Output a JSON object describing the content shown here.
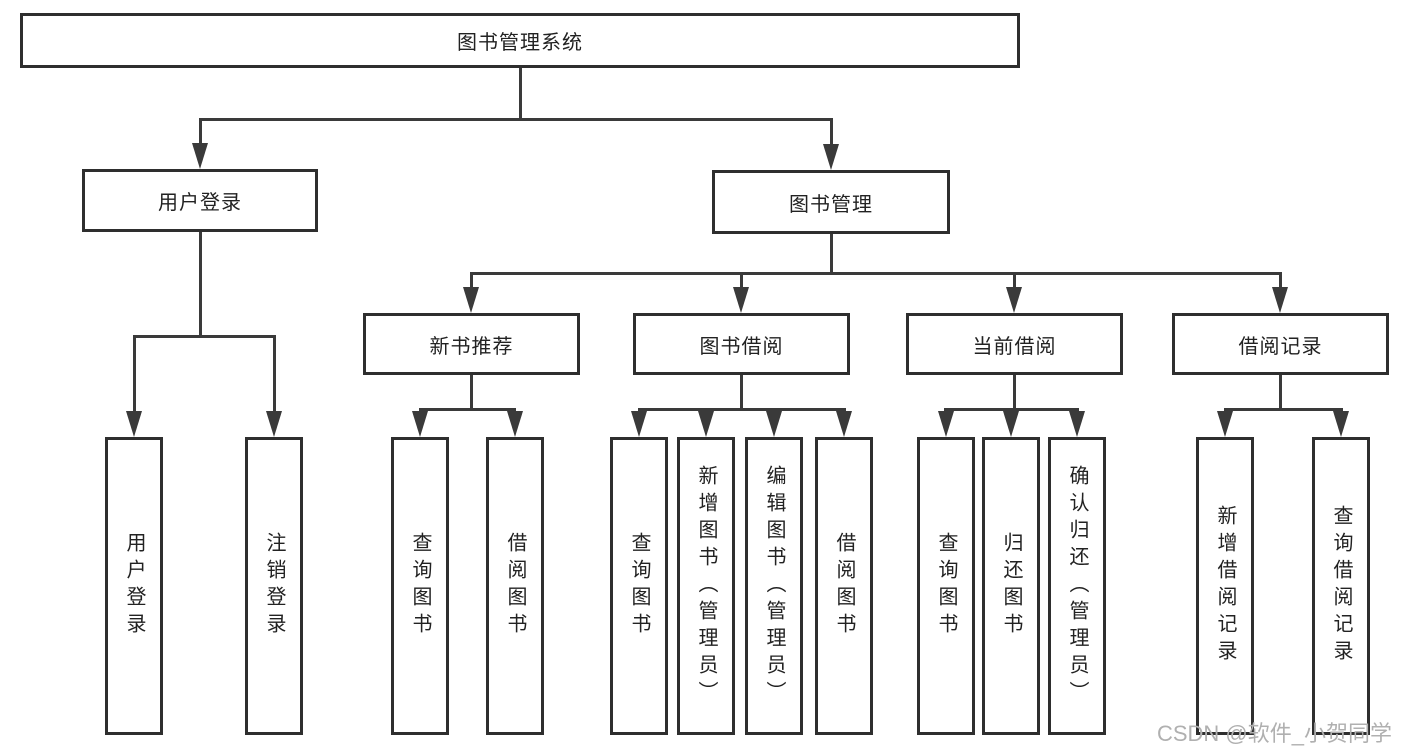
{
  "diagram": {
    "root": {
      "label": "图书管理系统"
    },
    "branches": [
      {
        "label": "用户登录",
        "children": [
          {
            "label": "用户登录"
          },
          {
            "label": "注销登录"
          }
        ]
      },
      {
        "label": "图书管理",
        "children": [
          {
            "label": "新书推荐",
            "children": [
              {
                "label": "查询图书"
              },
              {
                "label": "借阅图书"
              }
            ]
          },
          {
            "label": "图书借阅",
            "children": [
              {
                "label": "查询图书"
              },
              {
                "label": "新增图书（管理员）"
              },
              {
                "label": "编辑图书（管理员）"
              },
              {
                "label": "借阅图书"
              }
            ]
          },
          {
            "label": "当前借阅",
            "children": [
              {
                "label": "查询图书"
              },
              {
                "label": "归还图书"
              },
              {
                "label": "确认归还（管理员）"
              }
            ]
          },
          {
            "label": "借阅记录",
            "children": [
              {
                "label": "新增借阅记录"
              },
              {
                "label": "查询借阅记录"
              }
            ]
          }
        ]
      }
    ]
  },
  "watermark": {
    "text": "CSDN @软件_小贺同学"
  },
  "colors": {
    "line": "#3a3a3a",
    "box_border": "#2e2e2e",
    "text": "#222222",
    "watermark": "#b0b0b0",
    "background": "#ffffff"
  }
}
